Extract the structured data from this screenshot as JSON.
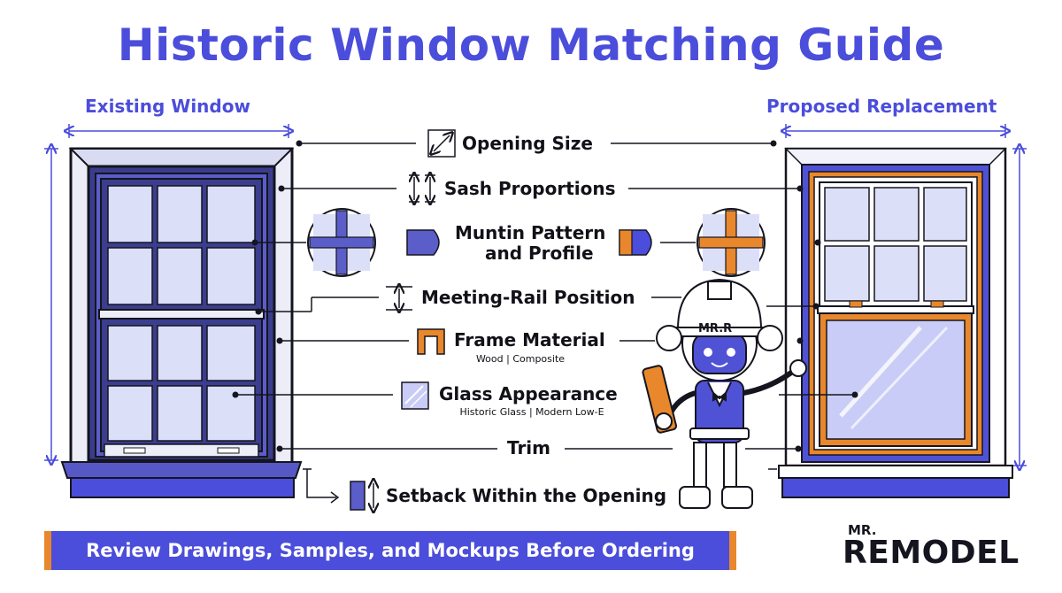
{
  "title": "Historic Window Matching Guide",
  "left_label": "Existing Window",
  "right_label": "Proposed Replacement",
  "features": [
    {
      "label": "Opening Size",
      "sub": ""
    },
    {
      "label": "Sash Proportions",
      "sub": ""
    },
    {
      "label": "Muntin Pattern",
      "label2": "and Profile",
      "sub": ""
    },
    {
      "label": "Meeting-Rail Position",
      "sub": ""
    },
    {
      "label": "Frame Material",
      "sub": "Wood | Composite"
    },
    {
      "label": "Glass Appearance",
      "sub": "Historic Glass | Modern Low-E"
    },
    {
      "label": "Trim",
      "sub": ""
    },
    {
      "label": "Setback Within the Opening",
      "sub": ""
    }
  ],
  "banner": "Review Drawings, Samples, and Mockups Before Ordering",
  "brand": {
    "small": "MR.",
    "big": "REMODEL"
  },
  "mascot_hat": "MR.R",
  "colors": {
    "accent": "#4b4ddb",
    "orange": "#e8872b",
    "dark": "#15151f",
    "glass": "#dcdff8"
  },
  "icons": [
    "resize-arrows-icon",
    "vertical-arrows-icon",
    "muntin-profile-icon",
    "rail-position-icon",
    "frame-profile-icon",
    "glass-pane-icon",
    "setback-icon"
  ]
}
